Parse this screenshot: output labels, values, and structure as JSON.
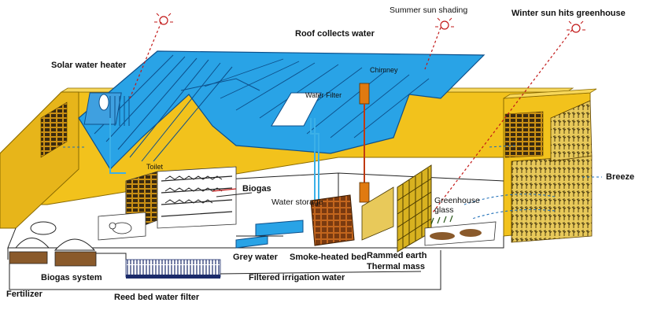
{
  "labels": {
    "summer_sun": "Summer sun shading",
    "winter_sun": "Winter sun hits greenhouse",
    "roof": "Roof collects water",
    "solar_heater": "Solar water heater",
    "chimney": "Chimney",
    "water_filter": "Water Filter",
    "toilet": "Toilet",
    "biogas": "Biogas",
    "water_storage": "Water storage",
    "breeze": "Breeze",
    "greenhouse_glass_1": "Greenhouse",
    "greenhouse_glass_2": "glass",
    "grey_water": "Grey water",
    "smoke_bed": "Smoke-heated bed",
    "rammed_earth": "Rammed earth",
    "thermal_mass": "Thermal mass",
    "biogas_system": "Biogas system",
    "filtered_irrigation": "Filtered irrigation water",
    "fertilizer": "Fertilizer",
    "reed_bed": "Reed bed water filter"
  },
  "colors": {
    "wall": "#f2c21c",
    "wall_dark": "#d9a50f",
    "roof": "#29a3e6",
    "roof_line": "#0d4f8a",
    "sun_ray": "#c21818",
    "breeze": "#1f6fb8",
    "pipe": "#3bb0e8",
    "soil": "#8a5a2b"
  }
}
